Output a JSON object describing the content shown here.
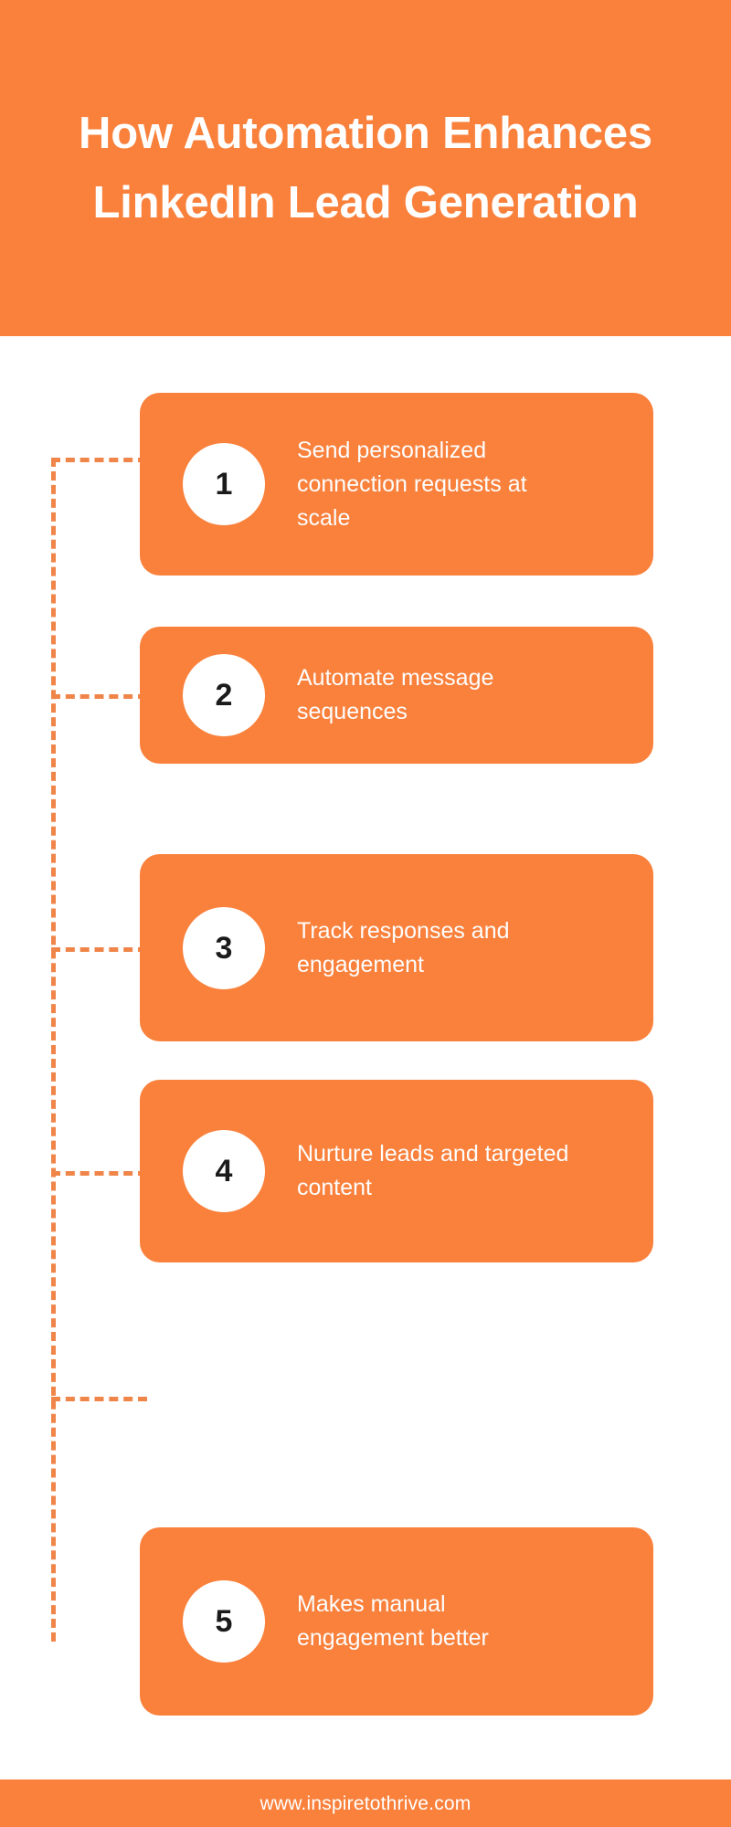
{
  "theme": {
    "brand_orange": "#f9813c",
    "connector_orange": "#f0854a",
    "card_text_white": "#fdfdfd",
    "badge_white": "#ffffff",
    "badge_number_dark": "#1b1b1b",
    "page_background": "#ffffff"
  },
  "header": {
    "title": "How Automation Enhances LinkedIn Lead Generation"
  },
  "steps": [
    {
      "number": "1",
      "text": "Send personalized connection requests at scale"
    },
    {
      "number": "2",
      "text": "Automate message sequences"
    },
    {
      "number": "3",
      "text": "Track responses and engagement"
    },
    {
      "number": "4",
      "text": "Nurture leads and targeted content"
    },
    {
      "number": "5",
      "text": "Makes manual engagement better"
    }
  ],
  "footer": {
    "url": "www.inspiretothrive.com"
  }
}
